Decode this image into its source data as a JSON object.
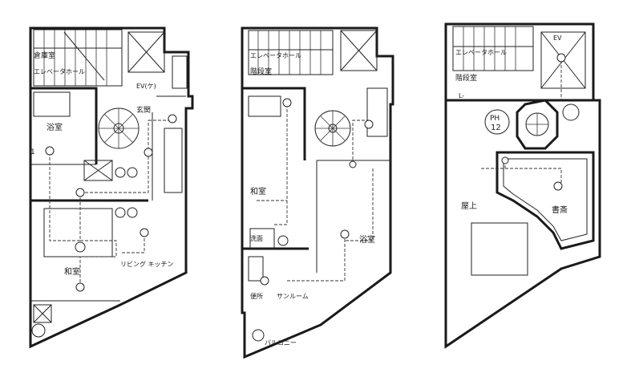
{
  "plans": [
    {
      "id": "floor-left",
      "labels": {
        "storage": "倉庫室",
        "ev_hall": "エレベータホール",
        "ev": "EV(ケ)",
        "stair": "玄関",
        "bath": "浴室",
        "mark": "1",
        "living": "リビング キッチン",
        "room": "和室"
      }
    },
    {
      "id": "floor-middle",
      "labels": {
        "hall": "エレベータホール",
        "stair": "階段室",
        "room": "和室",
        "bath": "浴室",
        "wash": "洗面",
        "sun": "サンルーム",
        "wc": "便所",
        "balcony": "バルコニー"
      }
    },
    {
      "id": "floor-right",
      "labels": {
        "hall": "エレベータホール",
        "stair": "階段室",
        "ev": "EV",
        "floor_tag": "PH",
        "floor_num": "12",
        "roof": "屋上",
        "study": "書斎",
        "l_label": "L-"
      }
    }
  ]
}
